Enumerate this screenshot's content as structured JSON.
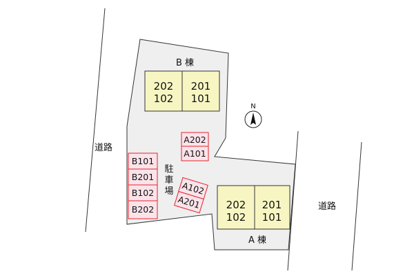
{
  "roads": {
    "west_label": "道路",
    "east_label": "道路"
  },
  "building_b": {
    "label": "B 棟",
    "units": [
      {
        "upper": "202",
        "lower": "102"
      },
      {
        "upper": "201",
        "lower": "101"
      }
    ]
  },
  "building_a": {
    "label": "A 棟",
    "units": [
      {
        "upper": "202",
        "lower": "102"
      },
      {
        "upper": "201",
        "lower": "101"
      }
    ]
  },
  "parking": {
    "label_chars": [
      "駐",
      "車",
      "場"
    ],
    "west_column": [
      "B101",
      "B201",
      "B102",
      "B202"
    ],
    "center_pair": [
      "A202",
      "A101"
    ],
    "tilted_pair": [
      "A102",
      "A201"
    ]
  },
  "compass": {
    "north": "N"
  },
  "colors": {
    "lot_fill": "#efefef",
    "building_fill": "#f7f6c3",
    "parking_border": "#e0242b",
    "parking_fill": "#fbe3ea"
  }
}
